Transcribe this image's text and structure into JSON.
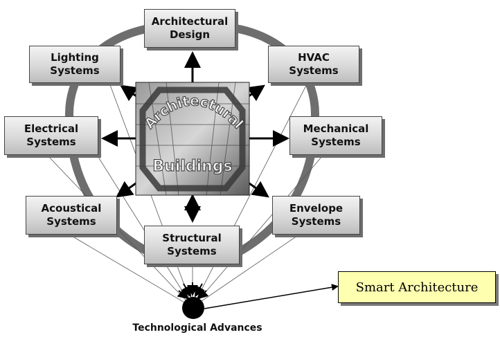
{
  "center": {
    "line1": "Architectural",
    "line2": "Buildings"
  },
  "nodes": {
    "architectural_design": {
      "line1": "Architectural",
      "line2": "Design"
    },
    "lighting": {
      "line1": "Lighting",
      "line2": "Systems"
    },
    "hvac": {
      "line1": "HVAC",
      "line2": "Systems"
    },
    "electrical": {
      "line1": "Electrical",
      "line2": "Systems"
    },
    "mechanical": {
      "line1": "Mechanical",
      "line2": "Systems"
    },
    "acoustical": {
      "line1": "Acoustical",
      "line2": "Systems"
    },
    "envelope": {
      "line1": "Envelope",
      "line2": "Systems"
    },
    "structural": {
      "line1": "Structural",
      "line2": "Systems"
    }
  },
  "tech_label": "Technological Advances",
  "smart_label": "Smart Architecture",
  "colors": {
    "ring": "#6e6e6e",
    "box_fill": "#ffffb0",
    "node_shadow": "#6d6d6d"
  }
}
